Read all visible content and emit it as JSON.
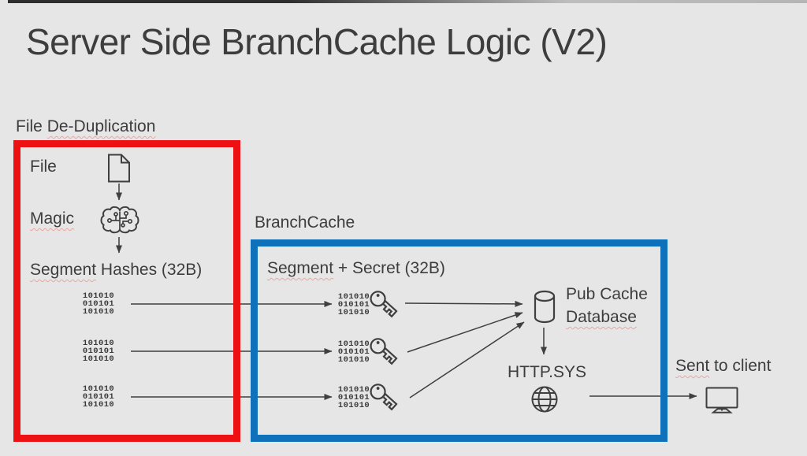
{
  "slide": {
    "title": "Server Side BranchCache Logic (V2)"
  },
  "dedup_box": {
    "label_plain": "File ",
    "label_squiggle": "De-Duplication",
    "file_label": "File",
    "magic_label": "Magic",
    "hashes_squiggle": "Segment",
    "hashes_rest": " Hashes (32B)"
  },
  "branchcache_box": {
    "label": "BranchCache",
    "secret_squiggle": "Segment",
    "secret_rest": " + Secret (32B)",
    "pub_cache_line1": "Pub Cache",
    "pub_cache_line2": "Database",
    "http_sys": "HTTP.SYS"
  },
  "client": {
    "sent_squiggle": "Sent",
    "sent_rest": " to client"
  },
  "binary": [
    "101010",
    "010101",
    "101010"
  ],
  "icons": {
    "file": "file-icon",
    "magic": "brain-circuit-icon",
    "hash": "key-icon",
    "pub_cache": "database-icon",
    "http_sys": "globe-icon",
    "client": "monitor-icon"
  },
  "colors": {
    "background": "#e7e6e6",
    "red_box": "#ee1113",
    "blue_box": "#0f71ba",
    "text": "#3d3d3d",
    "arrow": "#3f3f3f",
    "squiggle": "#eda49f"
  }
}
